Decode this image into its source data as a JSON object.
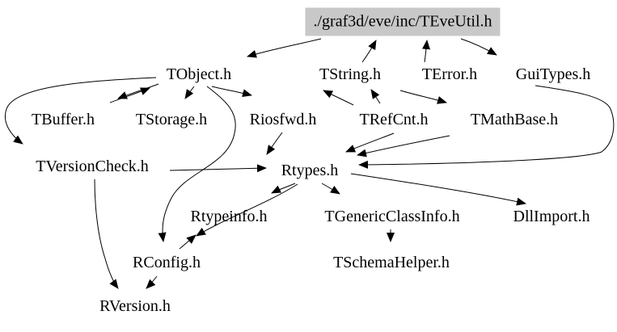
{
  "diagram": {
    "type": "include-dependency-graph",
    "title": "./graf3d/eve/inc/TEveUtil.h include graph",
    "root_fill_color": "#c8c8c8",
    "edge_color": "#000000",
    "text_color": "#000000",
    "background_color": "#ffffff"
  },
  "nodes": [
    {
      "id": "TEveUtil",
      "label": "./graf3d/eve/inc/TEveUtil.h"
    },
    {
      "id": "TObject",
      "label": "TObject.h"
    },
    {
      "id": "TString",
      "label": "TString.h"
    },
    {
      "id": "TError",
      "label": "TError.h"
    },
    {
      "id": "GuiTypes",
      "label": "GuiTypes.h"
    },
    {
      "id": "TBuffer",
      "label": "TBuffer.h"
    },
    {
      "id": "TStorage",
      "label": "TStorage.h"
    },
    {
      "id": "Riosfwd",
      "label": "Riosfwd.h"
    },
    {
      "id": "TRefCnt",
      "label": "TRefCnt.h"
    },
    {
      "id": "TMathBase",
      "label": "TMathBase.h"
    },
    {
      "id": "TVersionCheck",
      "label": "TVersionCheck.h"
    },
    {
      "id": "Rtypes",
      "label": "Rtypes.h"
    },
    {
      "id": "Rtypeinfo",
      "label": "Rtypeinfo.h"
    },
    {
      "id": "TGenericClassInfo",
      "label": "TGenericClassInfo.h"
    },
    {
      "id": "DllImport",
      "label": "DllImport.h"
    },
    {
      "id": "RConfig",
      "label": "RConfig.h"
    },
    {
      "id": "TSchemaHelper",
      "label": "TSchemaHelper.h"
    },
    {
      "id": "RVersion",
      "label": "RVersion.h"
    }
  ],
  "edges": [
    {
      "from": "TEveUtil",
      "to": "TObject"
    },
    {
      "from": "TString",
      "to": "TEveUtil"
    },
    {
      "from": "TError",
      "to": "TEveUtil"
    },
    {
      "from": "TEveUtil",
      "to": "GuiTypes"
    },
    {
      "from": "TObject",
      "to": "TBuffer"
    },
    {
      "from": "TBuffer",
      "to": "TObject"
    },
    {
      "from": "TObject",
      "to": "TStorage"
    },
    {
      "from": "TObject",
      "to": "Riosfwd"
    },
    {
      "from": "TObject",
      "to": "TVersionCheck"
    },
    {
      "from": "TObject",
      "to": "RConfig"
    },
    {
      "from": "TRefCnt",
      "to": "TString"
    },
    {
      "from": "TMathBase",
      "to": "TString"
    },
    {
      "from": "TString",
      "to": "TMathBase"
    },
    {
      "from": "GuiTypes",
      "to": "Rtypes"
    },
    {
      "from": "TMathBase",
      "to": "Rtypes"
    },
    {
      "from": "TRefCnt",
      "to": "Rtypes"
    },
    {
      "from": "Riosfwd",
      "to": "Rtypes"
    },
    {
      "from": "TVersionCheck",
      "to": "Rtypes"
    },
    {
      "from": "Rtypes",
      "to": "DllImport"
    },
    {
      "from": "Rtypes",
      "to": "Rtypeinfo"
    },
    {
      "from": "Rtypes",
      "to": "TGenericClassInfo"
    },
    {
      "from": "Rtypes",
      "to": "RConfig"
    },
    {
      "from": "RConfig",
      "to": "Rtypeinfo"
    },
    {
      "from": "TGenericClassInfo",
      "to": "TSchemaHelper"
    },
    {
      "from": "TVersionCheck",
      "to": "RVersion"
    },
    {
      "from": "RConfig",
      "to": "RVersion"
    }
  ]
}
